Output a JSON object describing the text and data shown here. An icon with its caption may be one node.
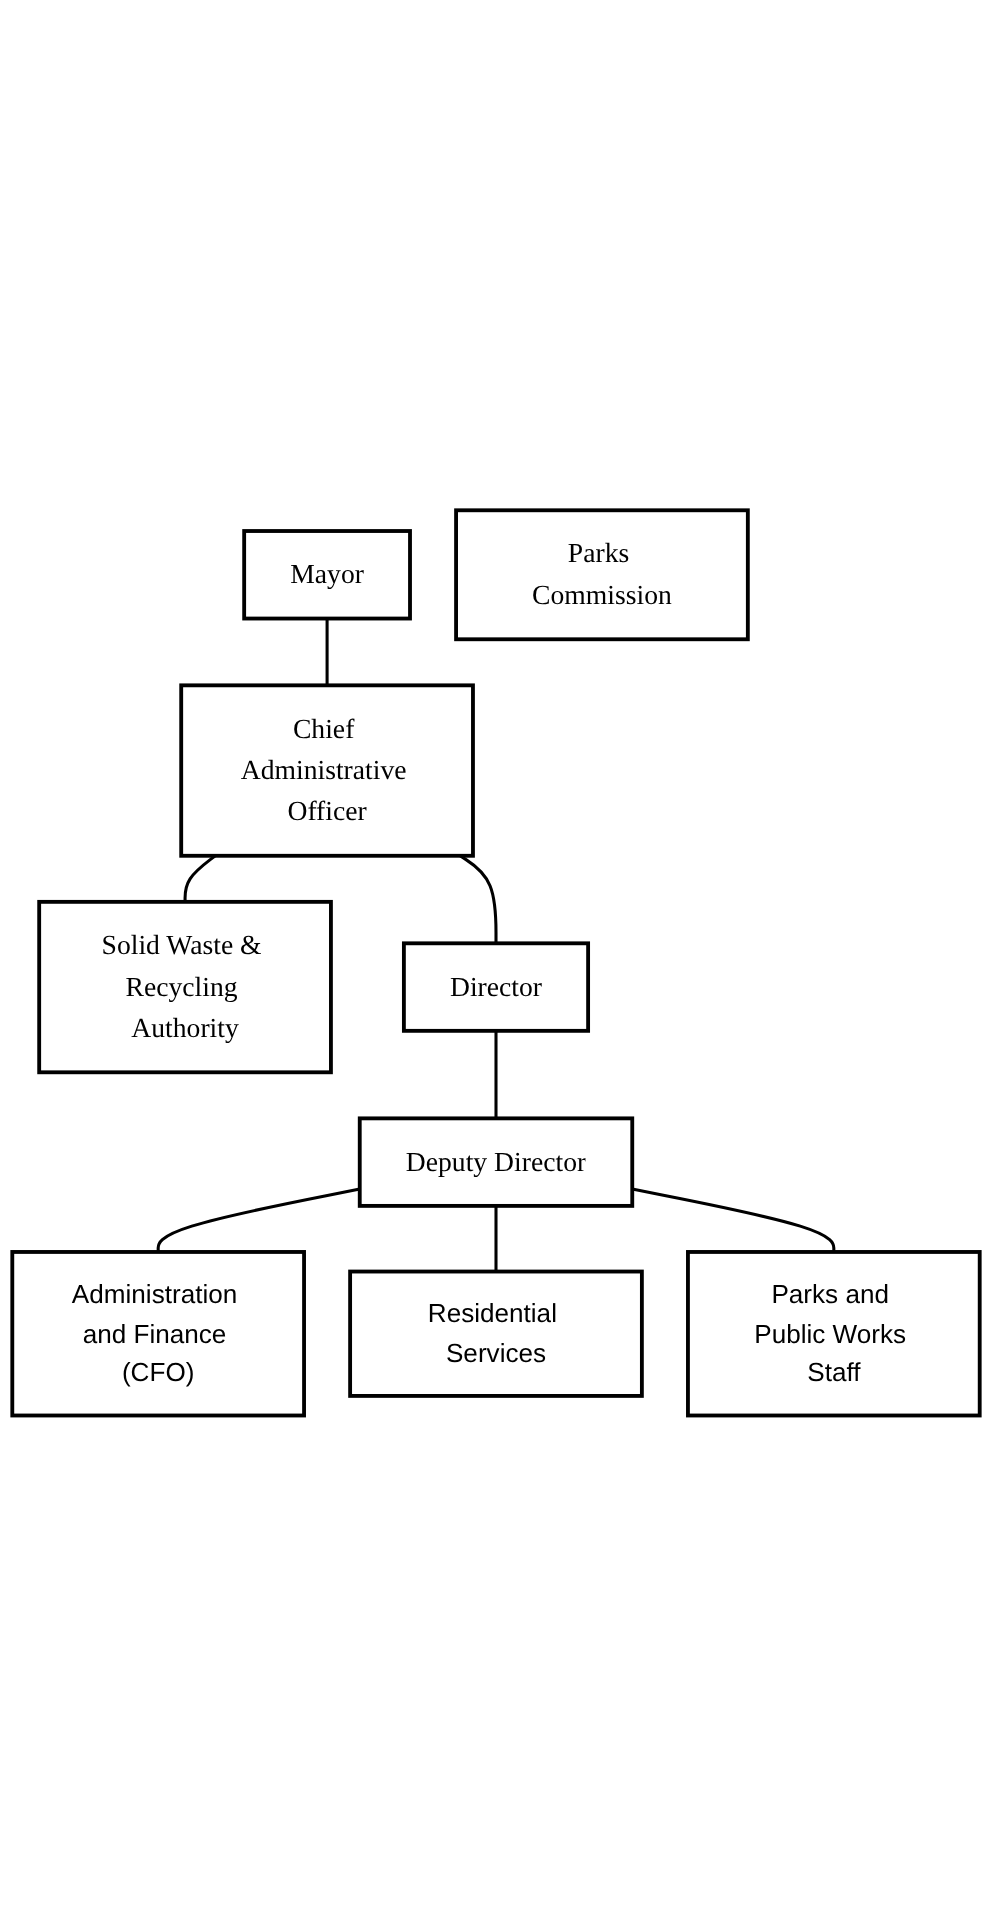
{
  "diagram": {
    "nodes": [
      {
        "text": [
          "Mayor"
        ]
      },
      {
        "text": [
          "Chief Administrative Officer"
        ]
      },
      {
        "text": [
          "Solid Waste & Recycling Authority"
        ]
      },
      {
        "text": [
          "Parks Commission"
        ]
      },
      {
        "text": [
          "Director"
        ]
      },
      {
        "text": [
          "Deputy Director"
        ]
      },
      {
        "text": [
          "Administration and Finance (CFO)"
        ]
      },
      {
        "text": [
          "Residential Services"
        ]
      },
      {
        "text": [
          "Parks and Public Works Staff"
        ]
      }
    ],
    "edges": [
      {
        "from": 0,
        "to": 1,
        "arrow": "none"
      },
      {
        "from": 1,
        "to": 4,
        "arrow": "none"
      },
      {
        "from": 1,
        "to": 2,
        "arrow": "none"
      },
      {
        "from": 4,
        "to": 5,
        "arrow": "none"
      },
      {
        "from": 5,
        "to": 6,
        "arrow": "none"
      },
      {
        "from": 5,
        "to": 7,
        "arrow": "none"
      },
      {
        "from": 5,
        "to": 8,
        "arrow": "none"
      }
    ]
  }
}
